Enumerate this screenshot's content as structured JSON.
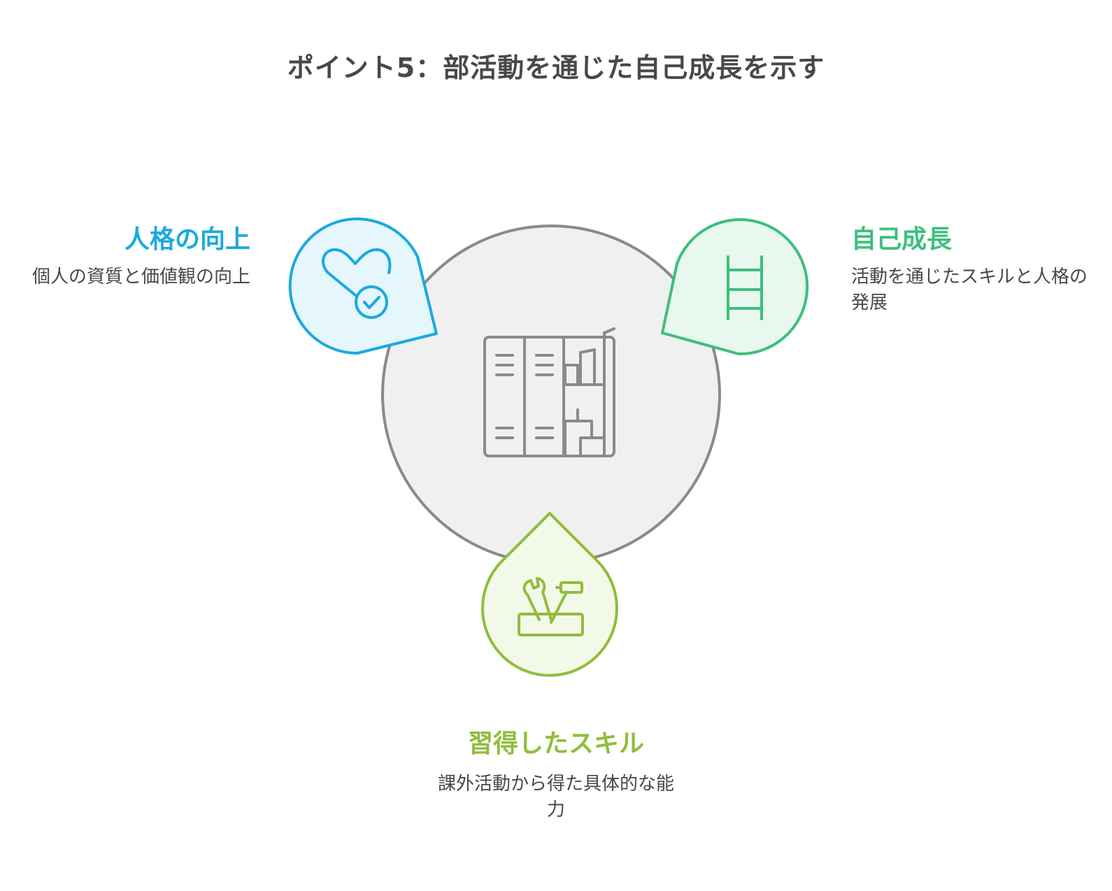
{
  "title": "ポイント5：部活動を通じた自己成長を示す",
  "center": {
    "icon": "locker-icon"
  },
  "nodes": [
    {
      "id": "left",
      "heading": "人格の向上",
      "description": "個人の資質と価値観の向上",
      "icon": "heart-check-icon",
      "color": "#1ba9df",
      "fill": "#e5f6fc"
    },
    {
      "id": "right",
      "heading": "自己成長",
      "description": "活動を通じたスキルと人格の発展",
      "icon": "ladder-icon",
      "color": "#3dbf7d",
      "fill": "#e8f8ef"
    },
    {
      "id": "bottom",
      "heading": "習得したスキル",
      "description": "課外活動から得た具体的な能力",
      "icon": "toolbox-icon",
      "color": "#8fbe3a",
      "fill": "#f3f9e9"
    }
  ]
}
